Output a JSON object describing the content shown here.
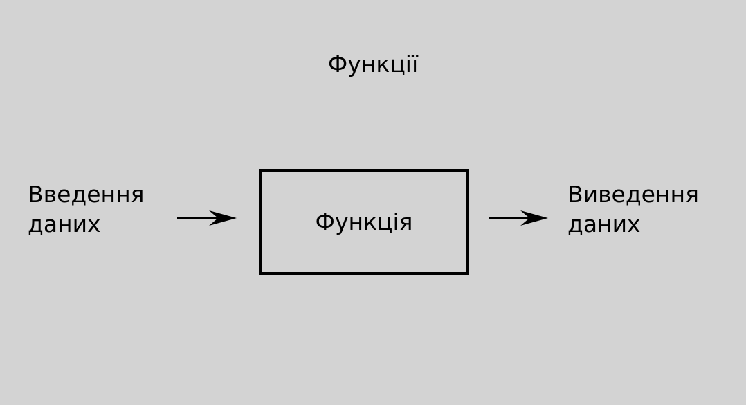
{
  "colors": {
    "background": "#d3d3d3",
    "stroke": "#000000"
  },
  "title": "Функції",
  "input": {
    "line1": "Введення",
    "line2": "даних"
  },
  "function_box": {
    "label": "Функція"
  },
  "output": {
    "line1": "Виведення",
    "line2": "даних"
  }
}
